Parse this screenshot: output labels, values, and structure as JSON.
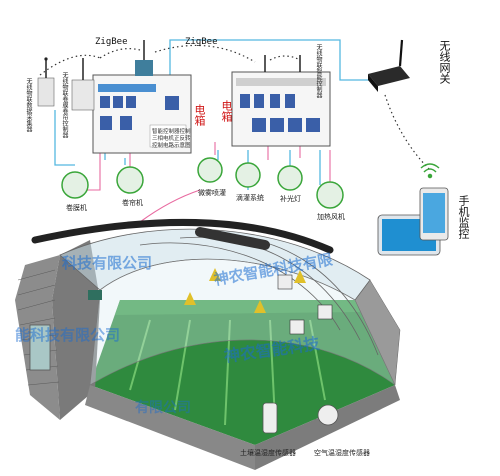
{
  "labels": {
    "zigbee_left": "ZigBee",
    "zigbee_right": "ZigBee",
    "wireless_gateway": "无线网关",
    "phone_monitor": "手机监控",
    "collector": "无线物联数据采集器",
    "controller_left": "无线物联卷膜卷帘控制器",
    "controller_right": "无线物联智能控制器",
    "box_left": "电箱",
    "box_right": "电箱",
    "panel_notes": [
      "智能控制器控制",
      "三相电机正反转",
      "控制电路示意图"
    ],
    "film_roller": "卷膜机",
    "curtain_roller": "卷帘机",
    "mist_spray": "微雾喷灌",
    "drip": "滴灌系统",
    "fill_light": "补光灯",
    "heater": "加热风机",
    "soil_sensor": "土壤温湿度传感器",
    "air_sensor": "空气温湿度传感器"
  },
  "watermarks": [
    "科技有限公司",
    "神农智能科技有限",
    "能科技有限公司",
    "神农智能科技",
    "有限公司"
  ],
  "colors": {
    "wire_blue": "#55b8e0",
    "wire_pink": "#e86aa0",
    "wire_black": "#222222",
    "floor_green": "#2f8a3e",
    "wall_gray": "#7a7a7a",
    "accent_red": "#d01818"
  }
}
